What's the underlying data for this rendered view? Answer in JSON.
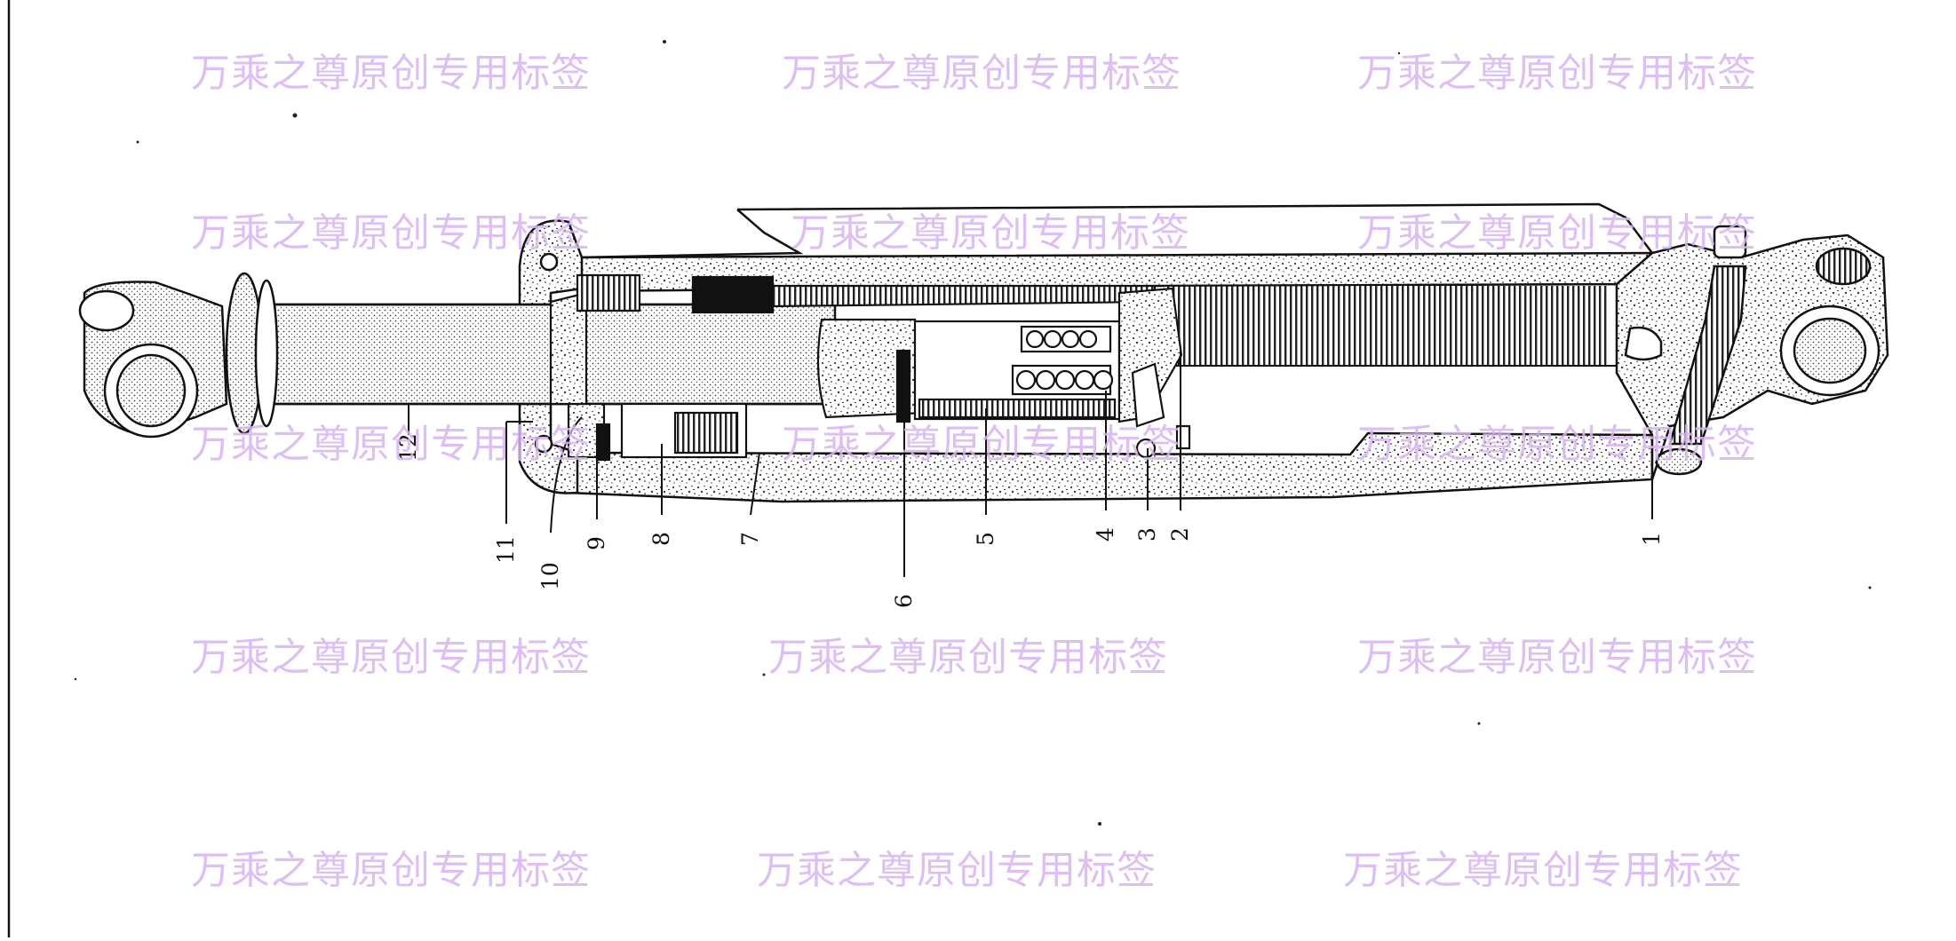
{
  "colors": {
    "ink": "#111111",
    "stipple": "#3a3a3a",
    "background": "#ffffff",
    "watermark": "#d7b4f0"
  },
  "watermark": {
    "text": "万乘之尊原创专用标签",
    "rows": 5,
    "columns": 3
  },
  "part_labels": [
    "1",
    "2",
    "3",
    "4",
    "5",
    "6",
    "7",
    "8",
    "9",
    "10",
    "11",
    "12"
  ]
}
